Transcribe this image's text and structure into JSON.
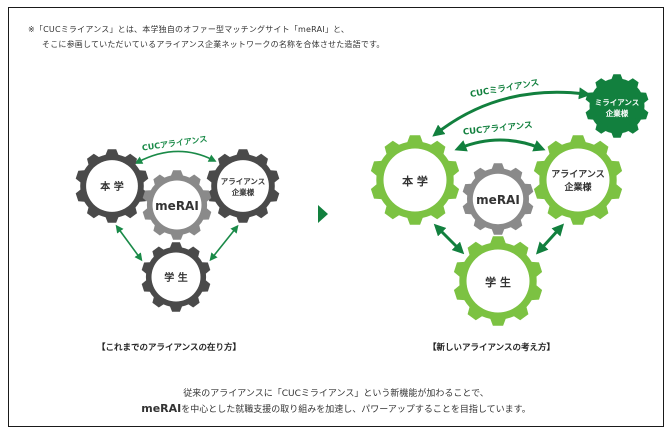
{
  "note": {
    "line1": "※「CUCミライアンス」とは、本学独自のオファー型マッチングサイト「meRAI」と、",
    "line2": "そこに参画していただいているアライアンス企業ネットワークの名称を合体させた造語です。"
  },
  "left": {
    "university": "本 学",
    "alliance": "アライアンス企業様",
    "alliance_line1": "アライアンス",
    "alliance_line2": "企業様",
    "merai": "meRAI",
    "student": "学 生",
    "cuc_alliance": "CUCアライアンス",
    "caption": "【これまでのアライアンスの在り方】"
  },
  "right": {
    "university": "本 学",
    "alliance_line1": "アライアンス",
    "alliance_line2": "企業様",
    "merai": "meRAI",
    "student": "学 生",
    "mirai_line1": "ミライアンス",
    "mirai_line2": "企業様",
    "cuc_alliance": "CUCアライアンス",
    "cuc_mirai": "CUCミライアンス",
    "caption": "【新しいアライアンスの考え方】"
  },
  "footer": {
    "line1": "従来のアライアンスに「CUCミライアンス」という新機能が加わることで、",
    "logo": "meRAI",
    "line2": "を中心とした就職支援の取り組みを加速し、パワーアップすることを目指しています。"
  },
  "colors": {
    "dark_gear": "#4a4a4a",
    "gray_gear": "#8a8a8a",
    "light_green": "#7cc242",
    "dark_green": "#12803e",
    "arrow_green": "#1a8a48"
  }
}
